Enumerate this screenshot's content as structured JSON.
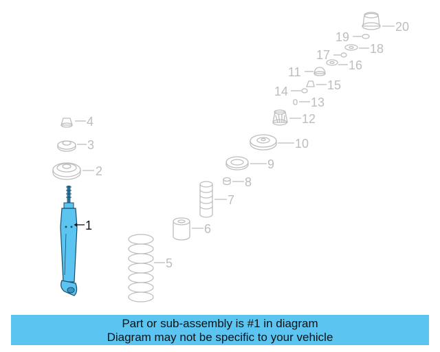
{
  "labels": [
    "1",
    "2",
    "3",
    "4",
    "5",
    "6",
    "7",
    "8",
    "9",
    "10",
    "11",
    "12",
    "13",
    "14",
    "15",
    "16",
    "17",
    "18",
    "19",
    "20"
  ],
  "highlight_color": "#5bc4f1",
  "banner": {
    "line1": "Part or sub-assembly is #1 in diagram",
    "line2": "Diagram may not be specific to your vehicle"
  }
}
